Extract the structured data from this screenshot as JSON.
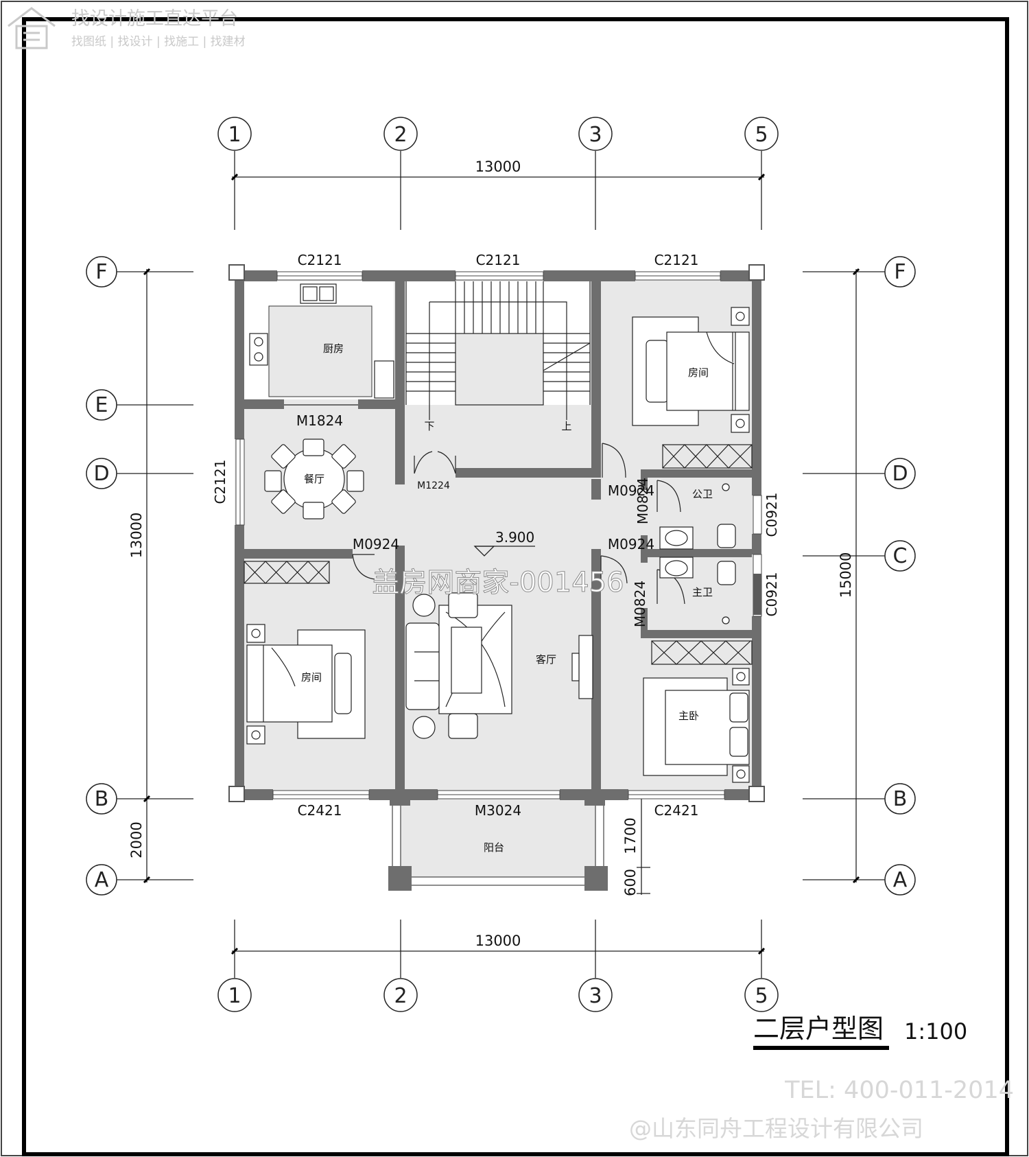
{
  "watermark": {
    "platform": "找设计施工直达平台",
    "services": "找图纸 | 找设计 | 找施工 | 找建材",
    "code": "盖房网商家-001456"
  },
  "axes": {
    "columns_top": [
      "1",
      "2",
      "3",
      "5"
    ],
    "columns_bottom": [
      "1",
      "2",
      "3",
      "5"
    ],
    "rows_left": [
      "F",
      "E",
      "D",
      "B",
      "A"
    ],
    "rows_right": [
      "F",
      "D",
      "C",
      "B",
      "A"
    ]
  },
  "dimensions": {
    "top_total": "13000",
    "bottom_total": "13000",
    "left_total": "13000",
    "left_balcony": "2000",
    "right_total": "15000",
    "balcony_depth": "1700",
    "balcony_rail": "600",
    "elevation": "3.900"
  },
  "windows": {
    "top_left": "C2121",
    "top_mid": "C2121",
    "top_right": "C2121",
    "west": "C2121",
    "east_upper": "C0921",
    "east_lower": "C0921",
    "bottom_left": "C2421",
    "bottom_right": "C2421"
  },
  "doors": {
    "kitchen": "M1824",
    "dining_stair": "M1224",
    "bed_ne": "M0924",
    "bath_public": "M0824",
    "bed_sw": "M0924",
    "bed_master": "M0924",
    "bath_master": "M0824",
    "balcony": "M3024"
  },
  "rooms": {
    "kitchen": "厨房",
    "dining": "餐厅",
    "bedroom_ne": "房间",
    "bedroom_sw": "房间",
    "living": "客厅",
    "public_bath": "公卫",
    "master_bath": "主卫",
    "master_bed": "主卧",
    "balcony": "阳台",
    "stair_down": "下",
    "stair_up": "上"
  },
  "drawing": {
    "title": "二层户型图",
    "scale": "1:100"
  },
  "contact": {
    "tel": "TEL: 400-011-2014",
    "company": "@山东同舟工程设计有限公司"
  }
}
